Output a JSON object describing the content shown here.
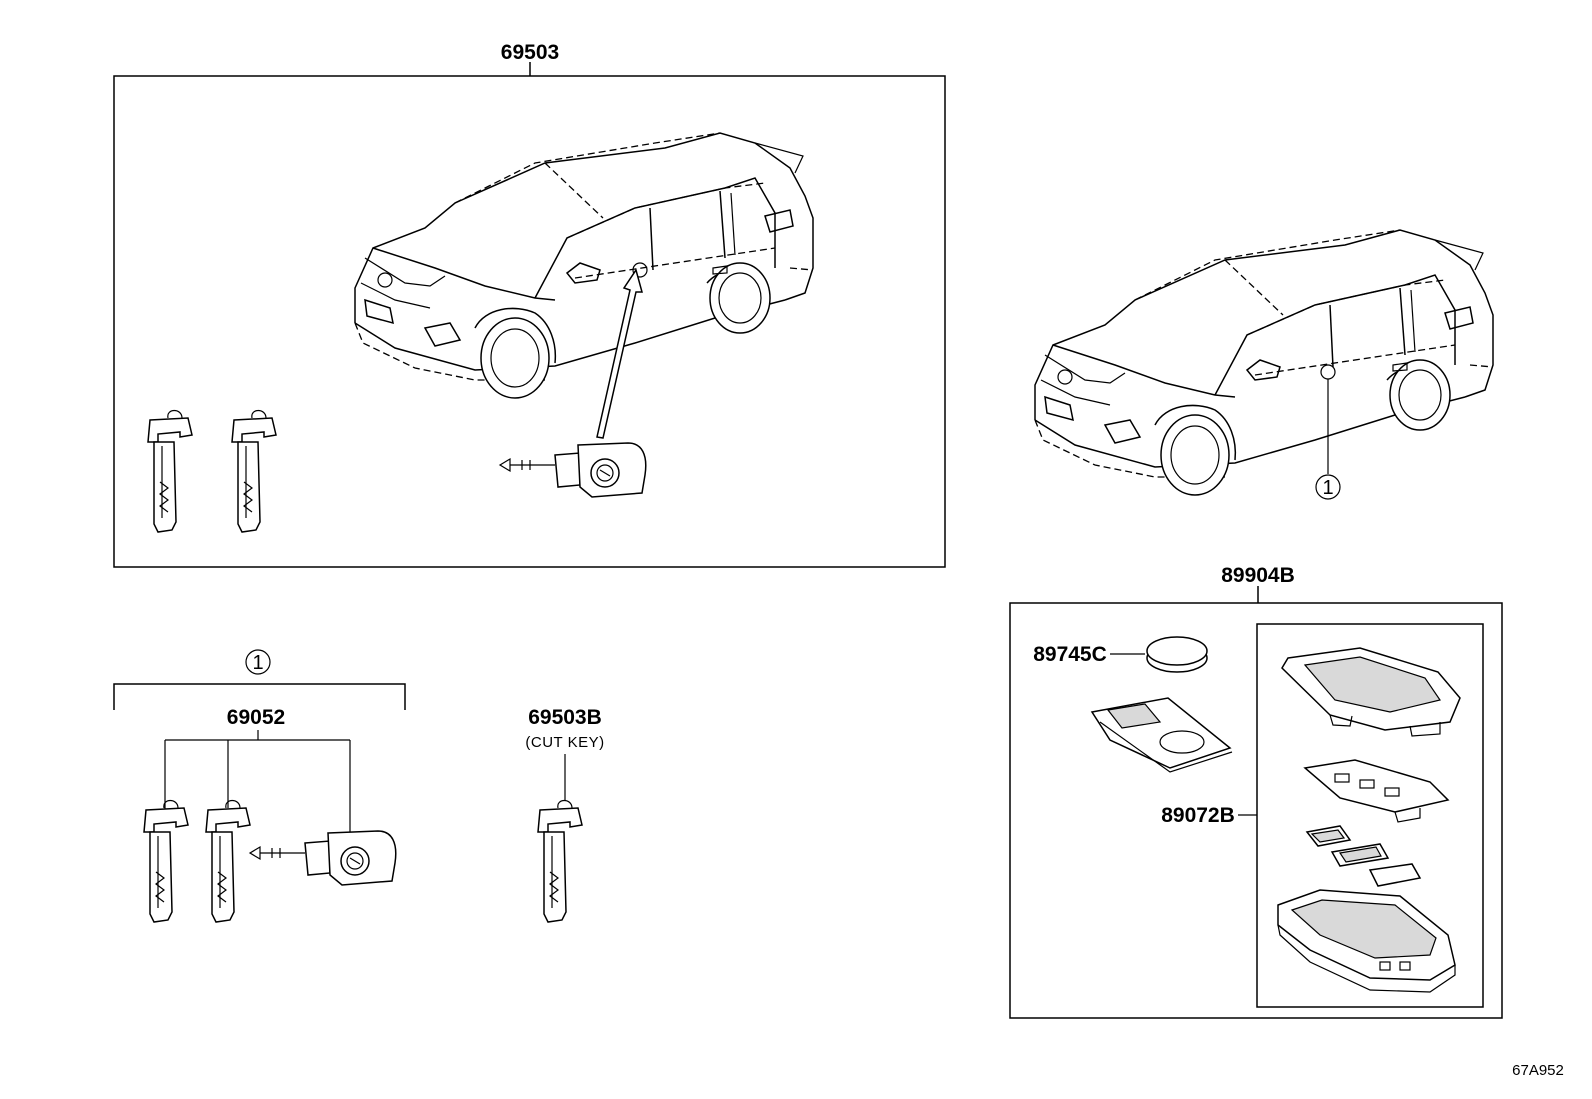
{
  "labels": {
    "assy_69503": "69503",
    "kit_69052": "69052",
    "cut_key_69503B": "69503B",
    "cut_key_note": "(CUT KEY)",
    "transmitter_89904B": "89904B",
    "battery_89745C": "89745C",
    "case_89072B": "89072B"
  },
  "callouts": {
    "kit_marker": "1",
    "car_marker": "1"
  },
  "footer": {
    "diagram_ref": "67A952"
  }
}
